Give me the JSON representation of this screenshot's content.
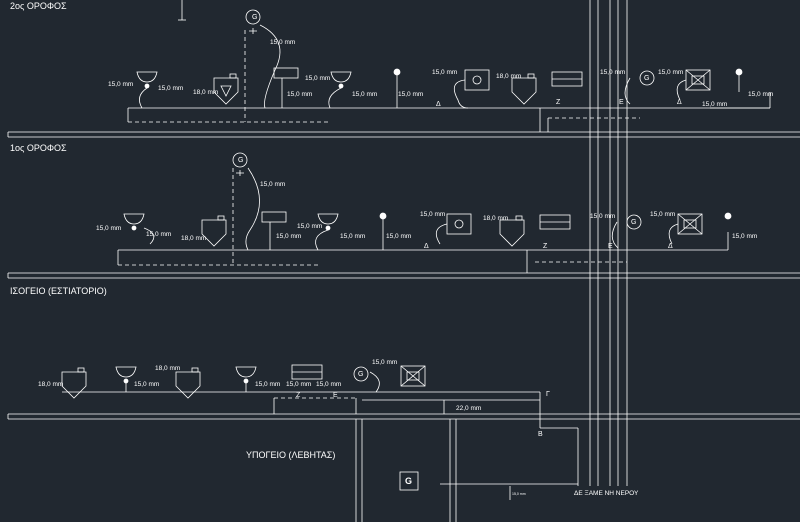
{
  "floors": {
    "second": "2ος ΟΡΟΦΟΣ",
    "first": "1ος ΟΡΟΦΟΣ",
    "ground": "ΙΣΟΓΕΙΟ (ΕΣΤΙΑΤΟΡΙΟ)",
    "basement": "ΥΠΟΓΕΙΟ (ΛΕΒΗΤΑΣ)"
  },
  "labels": {
    "dim_15": "15,0 mm",
    "dim_18": "18,0 mm",
    "dim_22": "22,0 mm",
    "delta": "Δ",
    "zeta": "Ζ",
    "epsilon": "Ε",
    "gamma": "Γ",
    "beta": "Β",
    "heater": "G",
    "boiler": "G",
    "tank": "ΔΕΞΑΜΕΝΗ ΝΕΡΟΥ",
    "tank_short": "ΔΕ ΞΑΜΕ ΝΗ ΝΕΡΟΥ"
  }
}
